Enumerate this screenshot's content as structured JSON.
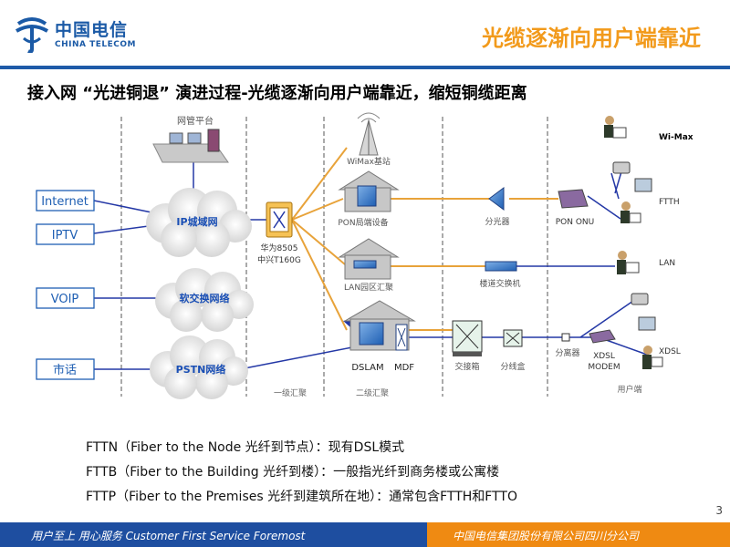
{
  "header": {
    "logo_cn": "中国电信",
    "logo_en": "CHINA TELECOM",
    "title": "光缆逐渐向用户端靠近"
  },
  "subtitle": "接入网 “光进铜退” 演进过程-光缆逐渐向用户端靠近，缩短铜缆距离",
  "diagram": {
    "services": [
      "Internet",
      "IPTV",
      "VOIP",
      "市话"
    ],
    "clouds": [
      "IP城域网",
      "软交换网络",
      "PSTN网络"
    ],
    "mgmt_platform": "网管平台",
    "switch_lines": [
      "华为8505",
      "中兴T160G"
    ],
    "wimax_station": "WiMax基站",
    "pon_device": "PON局端设备",
    "lan_aggregation": "LAN园区汇聚",
    "dslam": "DSLAM",
    "mdf": "MDF",
    "splitter": "分光器",
    "pon_onu": "PON ONU",
    "corridor_switch": "楼道交换机",
    "cross_box": "交接箱",
    "distribution_box": "分线盒",
    "xdsl_splitter": "分离器",
    "xdsl_modem_lines": [
      "XDSL",
      "MODEM"
    ],
    "access_types": [
      "Wi-Max",
      "FTTH",
      "LAN",
      "XDSL"
    ],
    "zones": [
      "一级汇聚",
      "二级汇聚",
      "用户端"
    ],
    "colors": {
      "fiber": "#e8a33a",
      "copper": "#2438a6",
      "cloud": "#1a4fb5",
      "box": "#1f5fb3"
    }
  },
  "notes": [
    "FTTN（Fiber to the Node 光纤到节点）：现有DSL模式",
    "FTTB（Fiber to the Building 光纤到楼）：一般指光纤到商务楼或公寓楼",
    "FTTP（Fiber to the Premises 光纤到建筑所在地）：通常包含FTTH和FTTO"
  ],
  "page_number": "3",
  "footer": {
    "slogan": "用户至上   用心服务   Customer First Service Foremost",
    "company": "中国电信集团股份有限公司四川分公司"
  }
}
